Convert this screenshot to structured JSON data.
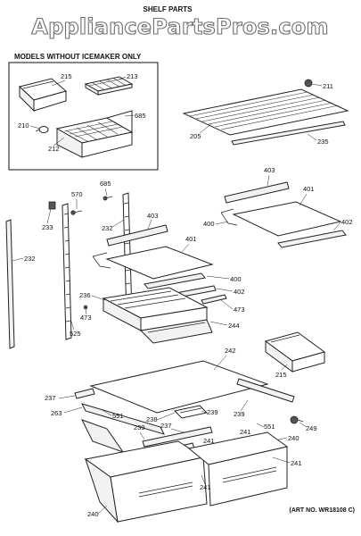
{
  "watermark": "AppliancePartsPros.com",
  "title": "SHELF PARTS",
  "inset_header": "MODELS WITHOUT ICEMAKER ONLY",
  "art_number": "(ART NO. WR18108 C)",
  "labels": {
    "l215a": "215",
    "l213": "213",
    "l685a": "685",
    "l210": "210",
    "l212": "212",
    "l211": "211",
    "l205": "205",
    "l235": "235",
    "l570": "570",
    "l685b": "685",
    "l233": "233",
    "l232a": "232",
    "l232b": "232",
    "l403a": "403",
    "l401a": "401",
    "l400a": "400",
    "l402a": "402",
    "l236": "236",
    "l473a": "473",
    "l473b": "473",
    "l244": "244",
    "l525": "525",
    "l403b": "403",
    "l401b": "401",
    "l400b": "400",
    "l402b": "402",
    "l215b": "215",
    "l242": "242",
    "l237a": "237",
    "l263": "263",
    "l551a": "551",
    "l238": "238",
    "l239a": "239",
    "l237b": "237",
    "l239b": "239",
    "l239c": "239",
    "l249": "249",
    "l241a": "241",
    "l241b": "241",
    "l551b": "551",
    "l240a": "240",
    "l241c": "241",
    "l241d": "241",
    "l240b": "240"
  }
}
